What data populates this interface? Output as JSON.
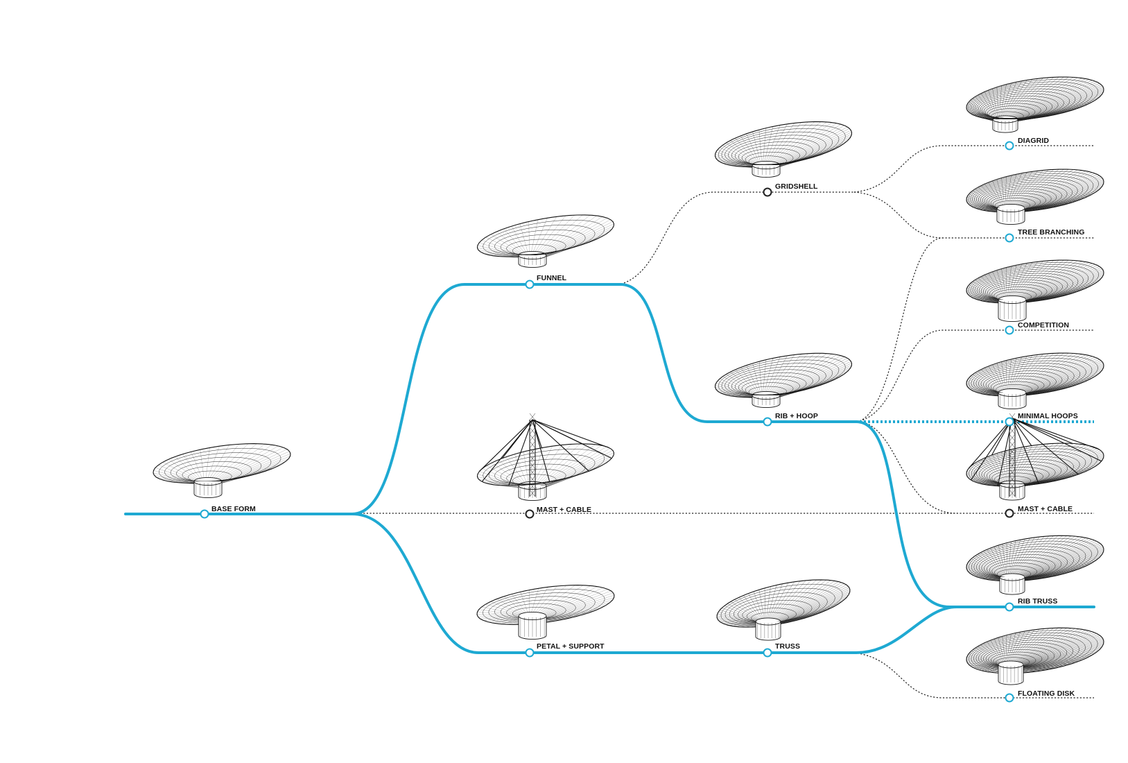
{
  "colors": {
    "accent": "#1ea9d2",
    "ink": "#222222",
    "background": "#ffffff"
  },
  "nodes": {
    "base_form": {
      "label": "BASE FORM"
    },
    "funnel": {
      "label": "FUNNEL"
    },
    "mast_cable_mid": {
      "label": "MAST + CABLE"
    },
    "petal_support": {
      "label": "PETAL + SUPPORT"
    },
    "gridshell": {
      "label": "GRIDSHELL"
    },
    "rib_hoop": {
      "label": "RIB + HOOP"
    },
    "truss": {
      "label": "TRUSS"
    },
    "diagrid": {
      "label": "DIAGRID"
    },
    "tree_branching": {
      "label": "TREE BRANCHING"
    },
    "competition": {
      "label": "COMPETITION"
    },
    "minimal_hoops": {
      "label": "MINIMAL HOOPS"
    },
    "mast_cable_final": {
      "label": "MAST + CABLE"
    },
    "rib_truss": {
      "label": "RIB TRUSS"
    },
    "floating_disk": {
      "label": "FLOATING DISK"
    }
  }
}
